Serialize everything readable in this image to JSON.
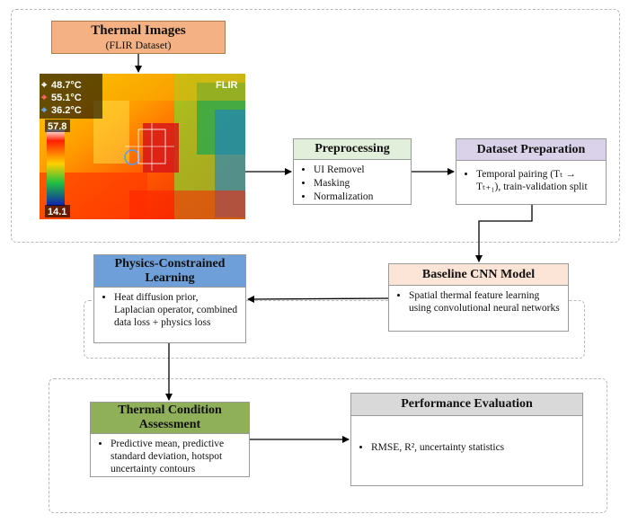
{
  "thermal_images": {
    "title": "Thermal Images",
    "subtitle": "(FLIR Dataset)",
    "overlay": {
      "readings": [
        "48.7°C",
        "55.1°C",
        "36.2°C"
      ],
      "scale_max": "57.8",
      "scale_min": "14.1",
      "brand": "FLIR"
    }
  },
  "preprocessing": {
    "title": "Preprocessing",
    "items": [
      "UI Removel",
      "Masking",
      "Normalization"
    ]
  },
  "dataset_preparation": {
    "title": "Dataset Preparation",
    "items": [
      "Temporal pairing (Tₜ → Tₜ₊₁), train-validation split"
    ]
  },
  "baseline_cnn": {
    "title": "Baseline CNN Model",
    "items": [
      "Spatial thermal feature learning using convolutional neural networks"
    ]
  },
  "physics_constrained": {
    "title_line1": "Physics-Constrained",
    "title_line2": "Learning",
    "items": [
      "Heat diffusion prior, Laplacian operator, combined data loss + physics loss"
    ]
  },
  "thermal_condition": {
    "title_line1": "Thermal Condition",
    "title_line2": "Assessment",
    "items": [
      "Predictive mean, predictive standard deviation, hotspot uncertainty contours"
    ]
  },
  "performance": {
    "title": "Performance Evaluation",
    "items": [
      "RMSE, R², uncertainty statistics"
    ]
  },
  "colors": {
    "thermal_header": "#f4b183",
    "preprocessing_header": "#e2efda",
    "dataset_header": "#d9d2e9",
    "baseline_header": "#fce4d6",
    "physics_header": "#6f9fd8",
    "thermal_condition_header": "#8faf58",
    "performance_header": "#d9d9d9"
  }
}
